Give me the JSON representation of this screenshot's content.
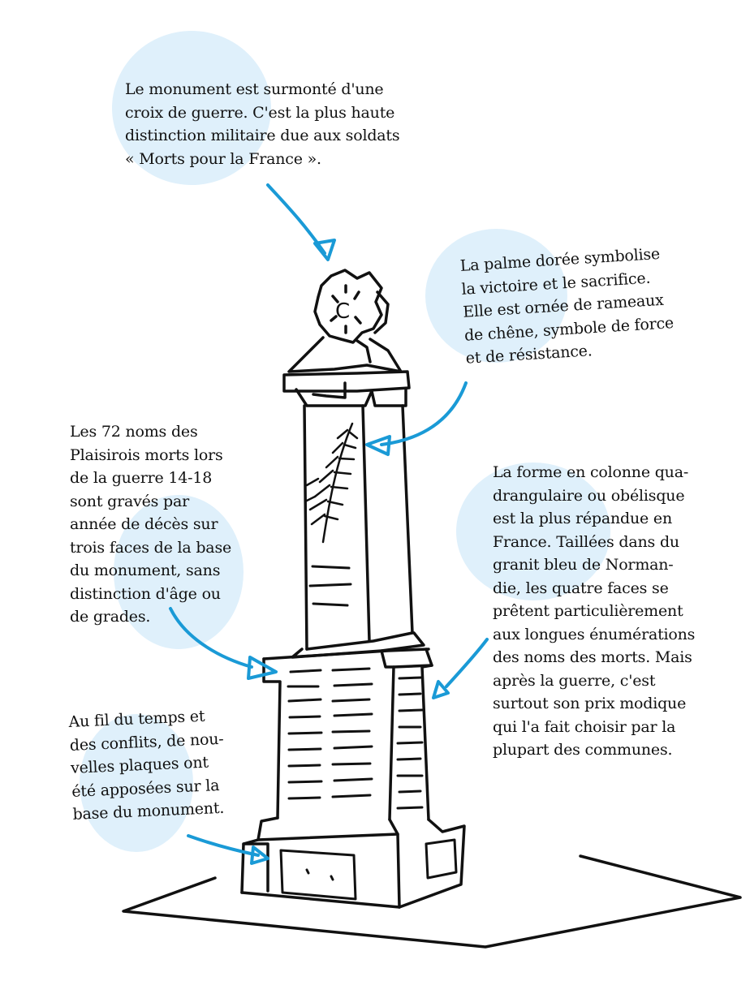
{
  "annotations": {
    "cross": "Le monument est surmonté d'une\ncroix de guerre. C'est la plus haute\ndistinction militaire due aux soldats\n« Morts pour la France ».",
    "palm": "La palme dorée symbolise\nla victoire et le sacrifice.\nElle est ornée de rameaux\nde chêne, symbole de force\net de résistance.",
    "names": "Les 72 noms des\nPlaisirois morts lors\nde la guerre 14-18\nsont gravés par\nannée de décès sur\ntrois faces de la base\ndu monument, sans\ndistinction d'âge ou\nde grades.",
    "column": "La forme en colonne qua-\ndrangulaire ou obélisque\nest la plus répandue en\nFrance. Taillées dans du\ngranit bleu de Norman-\ndie, les quatre faces se\nprêtent particulièrement\naux longues énumérations\ndes noms des morts. Mais\naprès la guerre, c'est\nsurtout son prix modique\nqui l'a fait choisir par la\nplupart des communes.",
    "plaques": "Au fil du temps et\ndes conflits, de nou-\nvelles plaques ont\nété apposées sur la\nbase du monument."
  },
  "cross_letter": "C",
  "colors": {
    "ink": "#111111",
    "arrow": "#1a9ad6",
    "bubble": "#dff0fb",
    "background": "#ffffff"
  }
}
